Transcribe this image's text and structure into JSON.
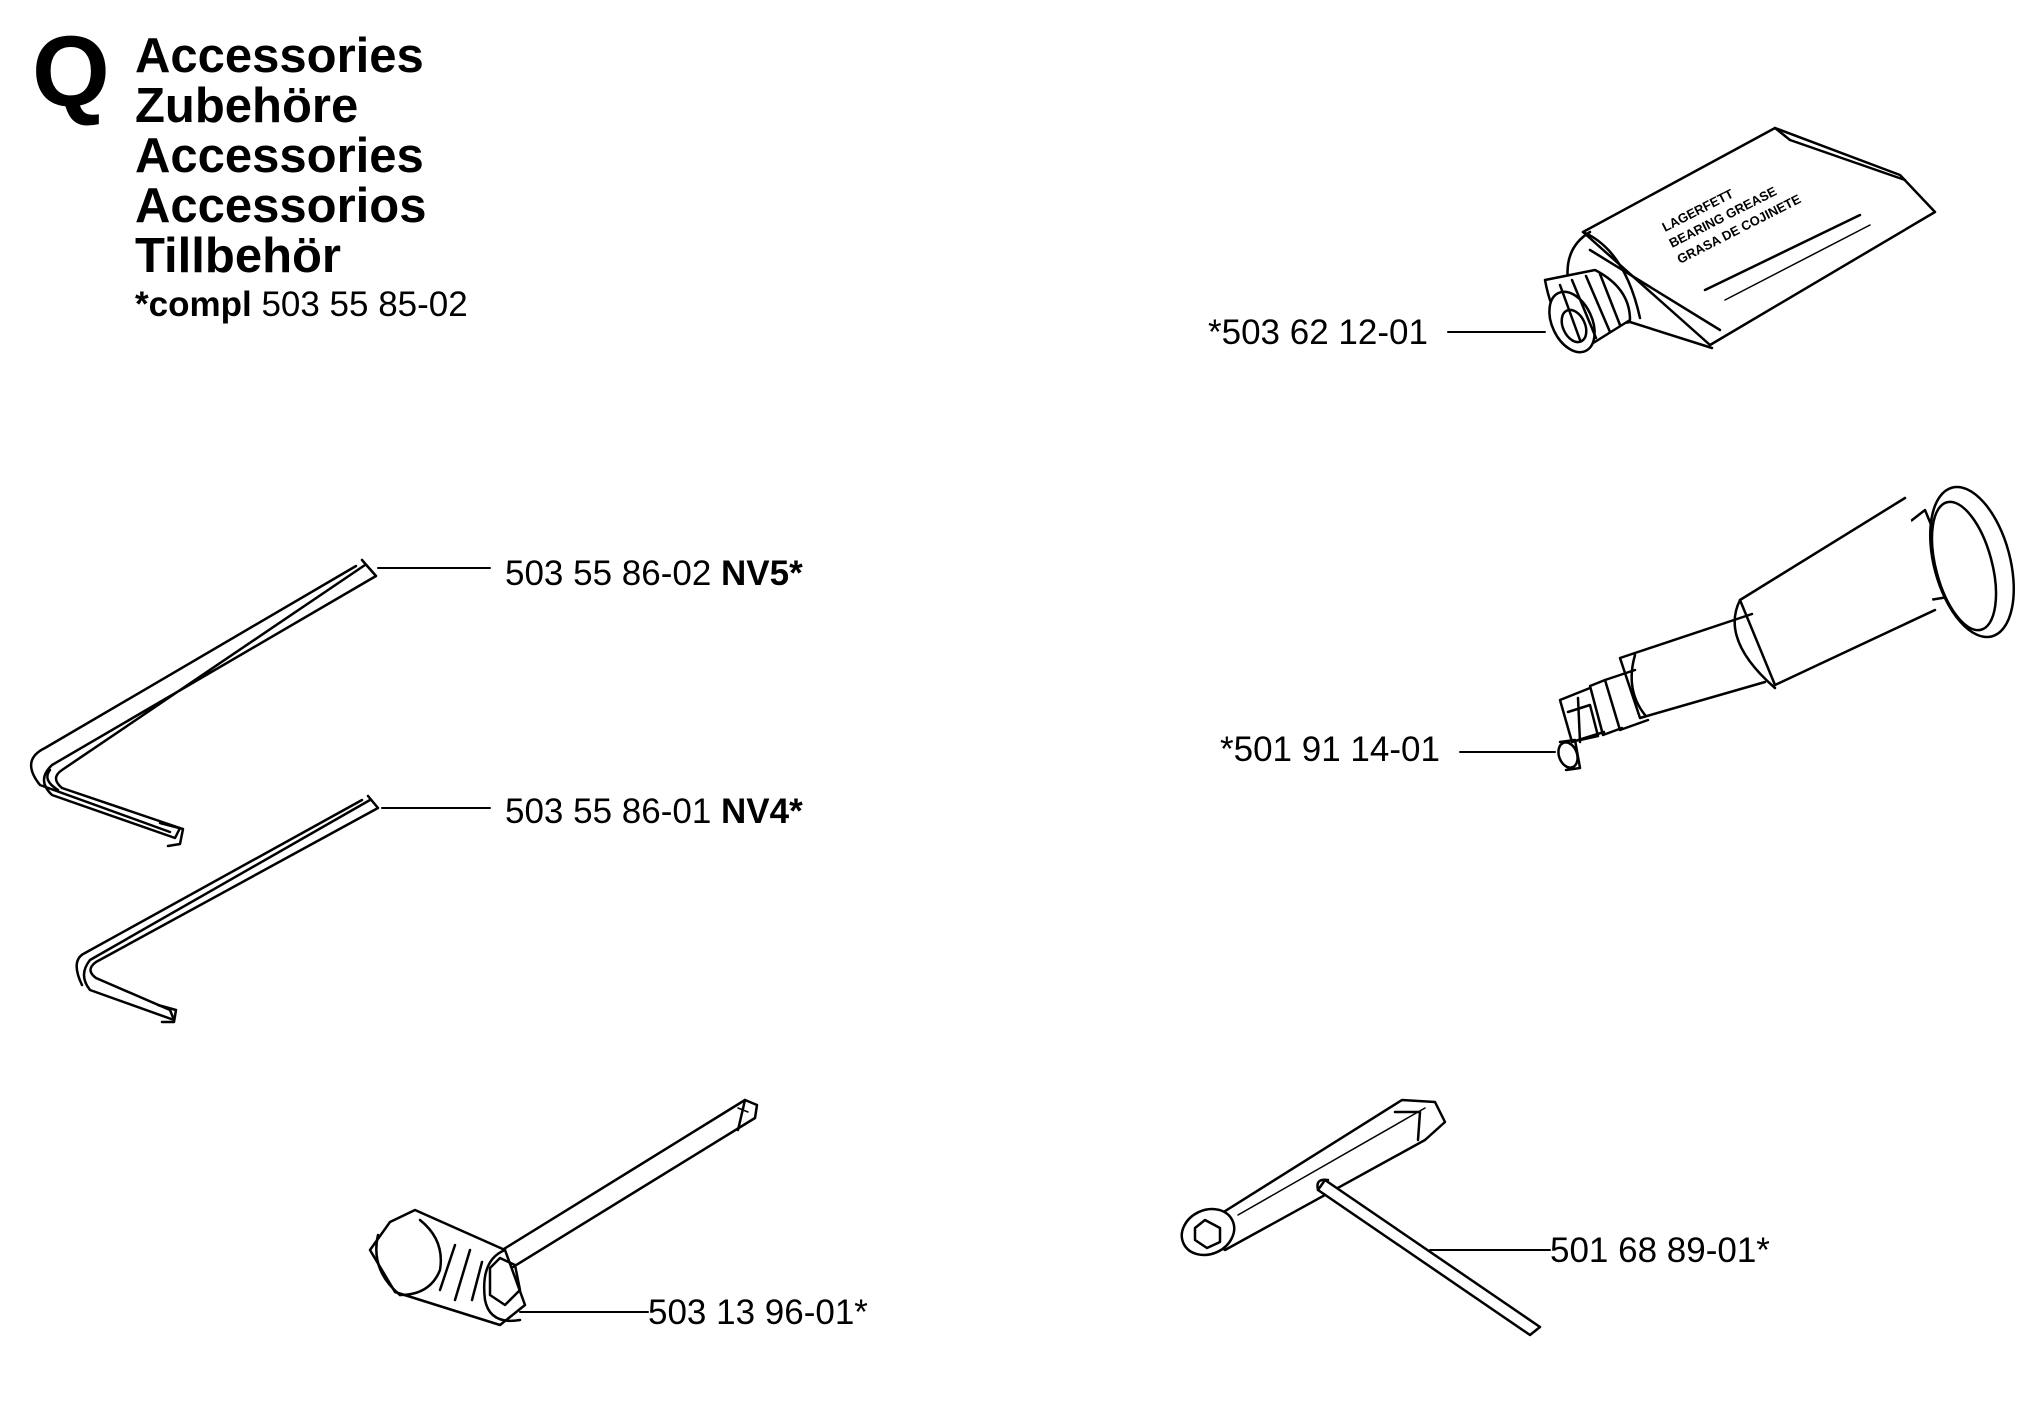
{
  "header": {
    "section_letter": "Q",
    "titles": [
      "Accessories",
      "Zubehöre",
      "Accessories",
      "Accessorios",
      "Tillbehör"
    ],
    "compl_label": "*compl",
    "compl_number": "503 55 85-02"
  },
  "tube_label": {
    "line1": "LAGERFETT",
    "line2": "BEARING GREASE",
    "line3": "GRASA DE COJINETE"
  },
  "parts": [
    {
      "prefix": "*",
      "number": "503 62 12-01",
      "suffix": "",
      "code": ""
    },
    {
      "prefix": "",
      "number": "503 55 86-02",
      "suffix": "",
      "code": "NV5*"
    },
    {
      "prefix": "*",
      "number": "501 91 14-01",
      "suffix": "",
      "code": ""
    },
    {
      "prefix": "",
      "number": "503 55 86-01",
      "suffix": "",
      "code": "NV4*"
    },
    {
      "prefix": "",
      "number": "503 13 96-01",
      "suffix": "*",
      "code": ""
    },
    {
      "prefix": "",
      "number": "501 68 89-01",
      "suffix": "*",
      "code": ""
    }
  ]
}
